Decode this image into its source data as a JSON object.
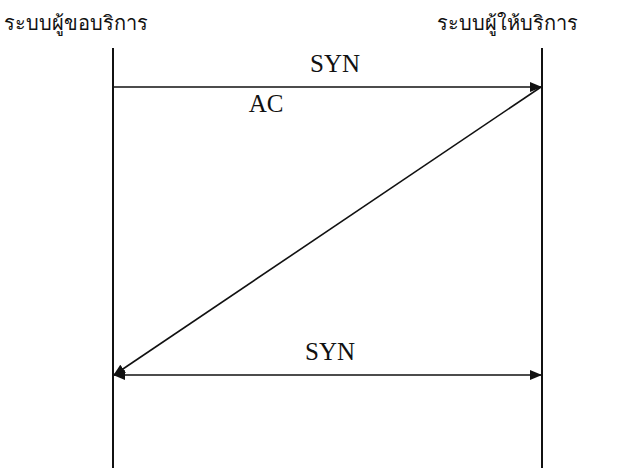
{
  "diagram": {
    "nodes": [
      {
        "text": [
          "ระบบผู้ขอบริการ"
        ]
      },
      {
        "text": [
          "ระบบผู้ให้บริการ"
        ]
      }
    ],
    "edges": [
      {
        "from": 0,
        "to": 1,
        "label": "SYN",
        "arrow": "to"
      },
      {
        "from": 1,
        "to": 0,
        "label": "AC",
        "arrow": "to"
      },
      {
        "from": 0,
        "to": 1,
        "label": "SYN",
        "arrow": "both"
      }
    ]
  }
}
